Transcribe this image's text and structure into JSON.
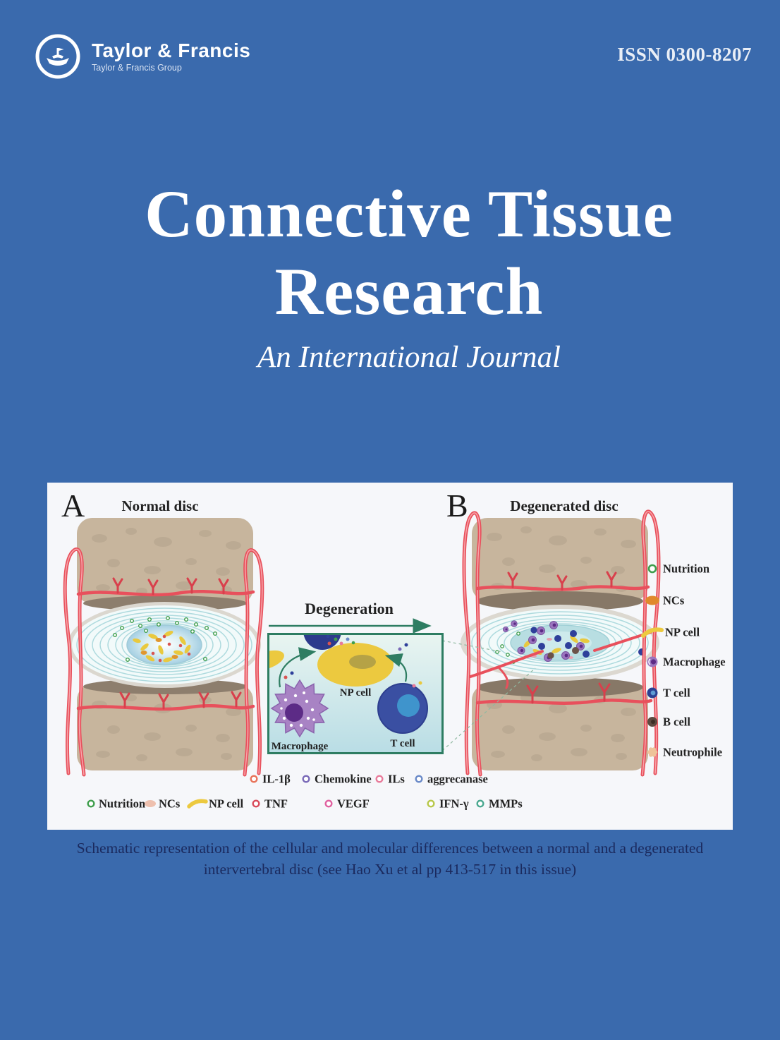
{
  "header": {
    "logo_title": "Taylor & Francis",
    "logo_subtitle": "Taylor & Francis Group",
    "issn": "ISSN 0300-8207"
  },
  "masthead": {
    "title_line1": "Connective Tissue",
    "title_line2": "Research",
    "subtitle": "An International Journal"
  },
  "figure": {
    "panel_a": {
      "label": "A",
      "title": "Normal disc"
    },
    "panel_b": {
      "label": "B",
      "title": "Degenerated disc"
    },
    "arrow_label": "Degeneration",
    "inset": {
      "np_cell": "NP cell",
      "macrophage": "Macrophage",
      "t_cell": "T cell"
    },
    "right_legend": [
      {
        "label": "Nutrition",
        "color": "#3f9e4d"
      },
      {
        "label": "NCs",
        "color": "#e0892c"
      },
      {
        "label": "NP cell",
        "color": "#ecc93f"
      },
      {
        "label": "Macrophage",
        "color": "#9a74be"
      },
      {
        "label": "T cell",
        "color": "#2a3f92"
      },
      {
        "label": "B cell",
        "color": "#5c4a40"
      },
      {
        "label": "Neutrophile",
        "color": "#eec39a"
      }
    ],
    "molecule_legend_row1": [
      {
        "label": "IL-1β",
        "color": "#e8735a"
      },
      {
        "label": "Chemokine",
        "color": "#7a6ab8"
      },
      {
        "label": "ILs",
        "color": "#e87a9a"
      },
      {
        "label": "aggrecanase",
        "color": "#6a8ac8"
      }
    ],
    "molecule_legend_row2": [
      {
        "label": "Nutrition",
        "color": "#3f9e4d"
      },
      {
        "label": "NCs",
        "color": "#eec0ae"
      },
      {
        "label": "NP cell",
        "color": "#ecc93f"
      },
      {
        "label": "TNF",
        "color": "#d84a5a"
      },
      {
        "label": "VEGF",
        "color": "#e060a0"
      },
      {
        "label": "IFN-γ",
        "color": "#b8c84a"
      },
      {
        "label": "MMPs",
        "color": "#4aa890"
      }
    ]
  },
  "caption": {
    "line1": "Schematic representation of the cellular and molecular differences between a normal and a degenerated",
    "line2": "intervertebral disc (see Hao Xu et al pp 413-517 in this issue)"
  }
}
